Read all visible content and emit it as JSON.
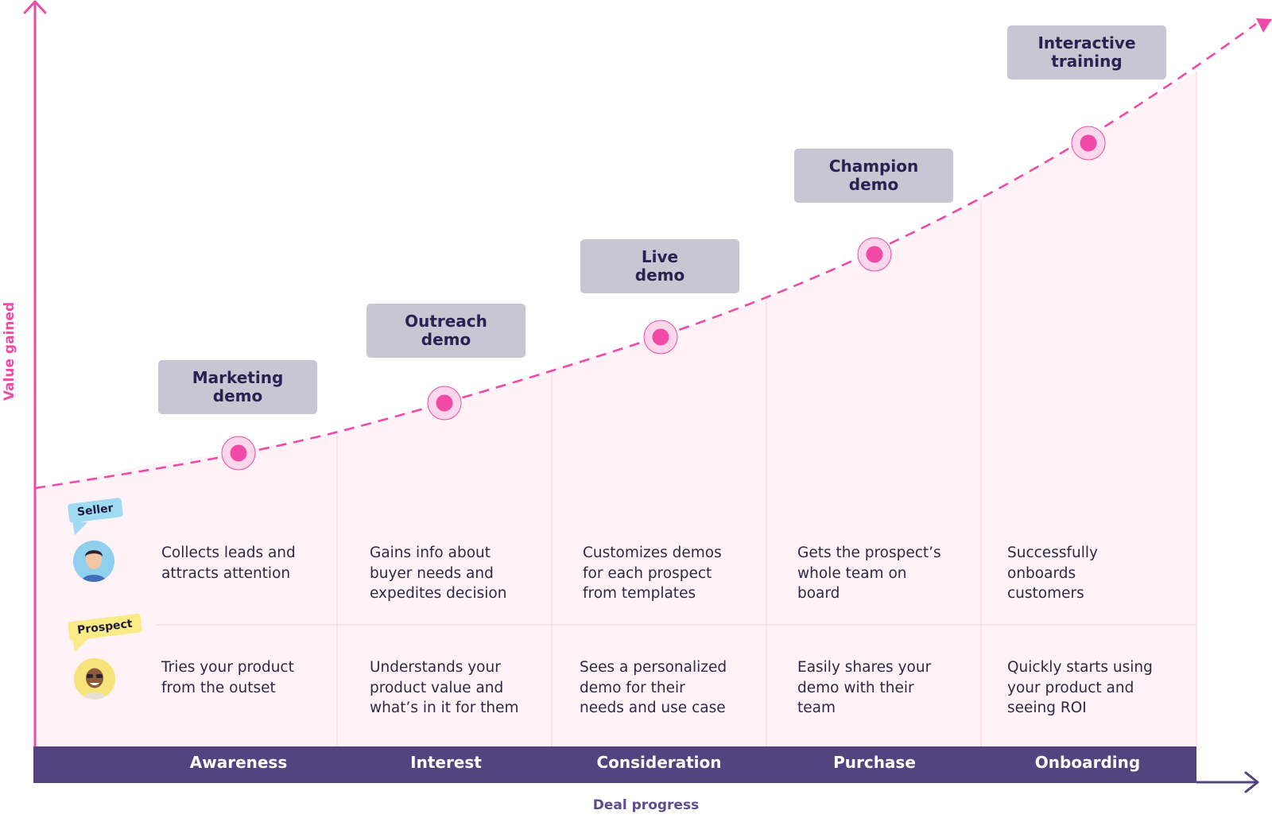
{
  "axis": {
    "x_label": "Deal progress",
    "y_label": "Value gained"
  },
  "roles": {
    "seller": "Seller",
    "prospect": "Prospect"
  },
  "stages": [
    {
      "name": "Awareness",
      "demo": "Marketing\ndemo",
      "seller": "Collects leads and\nattracts attention",
      "prospect": "Tries your product\nfrom the outset"
    },
    {
      "name": "Interest",
      "demo": "Outreach\ndemo",
      "seller": "Gains info about\nbuyer needs and\nexpedites decision",
      "prospect": "Understands your\nproduct value and\nwhat’s in it for them"
    },
    {
      "name": "Consideration",
      "demo": "Live\ndemo",
      "seller": "Customizes demos\nfor each prospect\nfrom templates",
      "prospect": "Sees a personalized\ndemo for their\nneeds and use case"
    },
    {
      "name": "Purchase",
      "demo": "Champion\ndemo",
      "seller": "Gets the prospect’s\nwhole team on\nboard",
      "prospect": "Easily shares your\ndemo with their\nteam"
    },
    {
      "name": "Onboarding",
      "demo": "Interactive\ntraining",
      "seller": "Successfully\nonboards\ncustomers",
      "prospect": "Quickly starts using\nyour product and\nseeing ROI"
    }
  ],
  "colors": {
    "accent": "#f04aa6",
    "band": "#53447f",
    "area": "#fff3f8",
    "box": "#c9c6d4",
    "text": "#2a2250"
  },
  "icons": {
    "seller_avatar": "person-avatar-icon",
    "prospect_avatar": "person-avatar-icon"
  }
}
